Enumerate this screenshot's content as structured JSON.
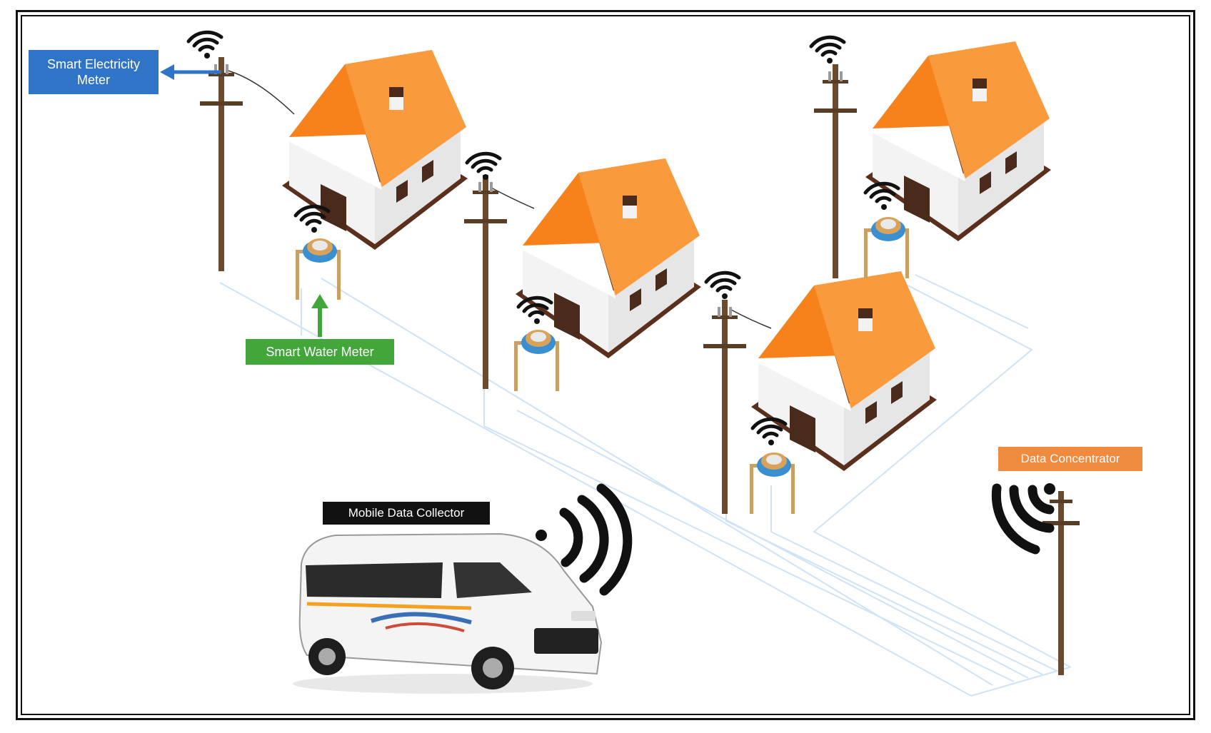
{
  "labels": {
    "smart_electricity_meter": "Smart Electricity Meter",
    "smart_water_meter": "Smart Water Meter",
    "mobile_data_collector": "Mobile Data Collector",
    "data_concentrator": "Data Concentrator"
  },
  "colors": {
    "electricity_label": "#2f74c6",
    "water_label": "#43a63a",
    "collector_label": "#111111",
    "concentrator_label": "#f08a3e",
    "roof": "#f7821b",
    "wall": "#f2f2f2",
    "door": "#4a2a1a",
    "pole": "#6b4a2e",
    "network_line": "#cfe3f5",
    "signal": "#111111"
  },
  "icons": [
    "wifi-signal-icon",
    "utility-pole-icon",
    "house-icon",
    "water-meter-icon",
    "van-icon",
    "arrow-icon"
  ]
}
